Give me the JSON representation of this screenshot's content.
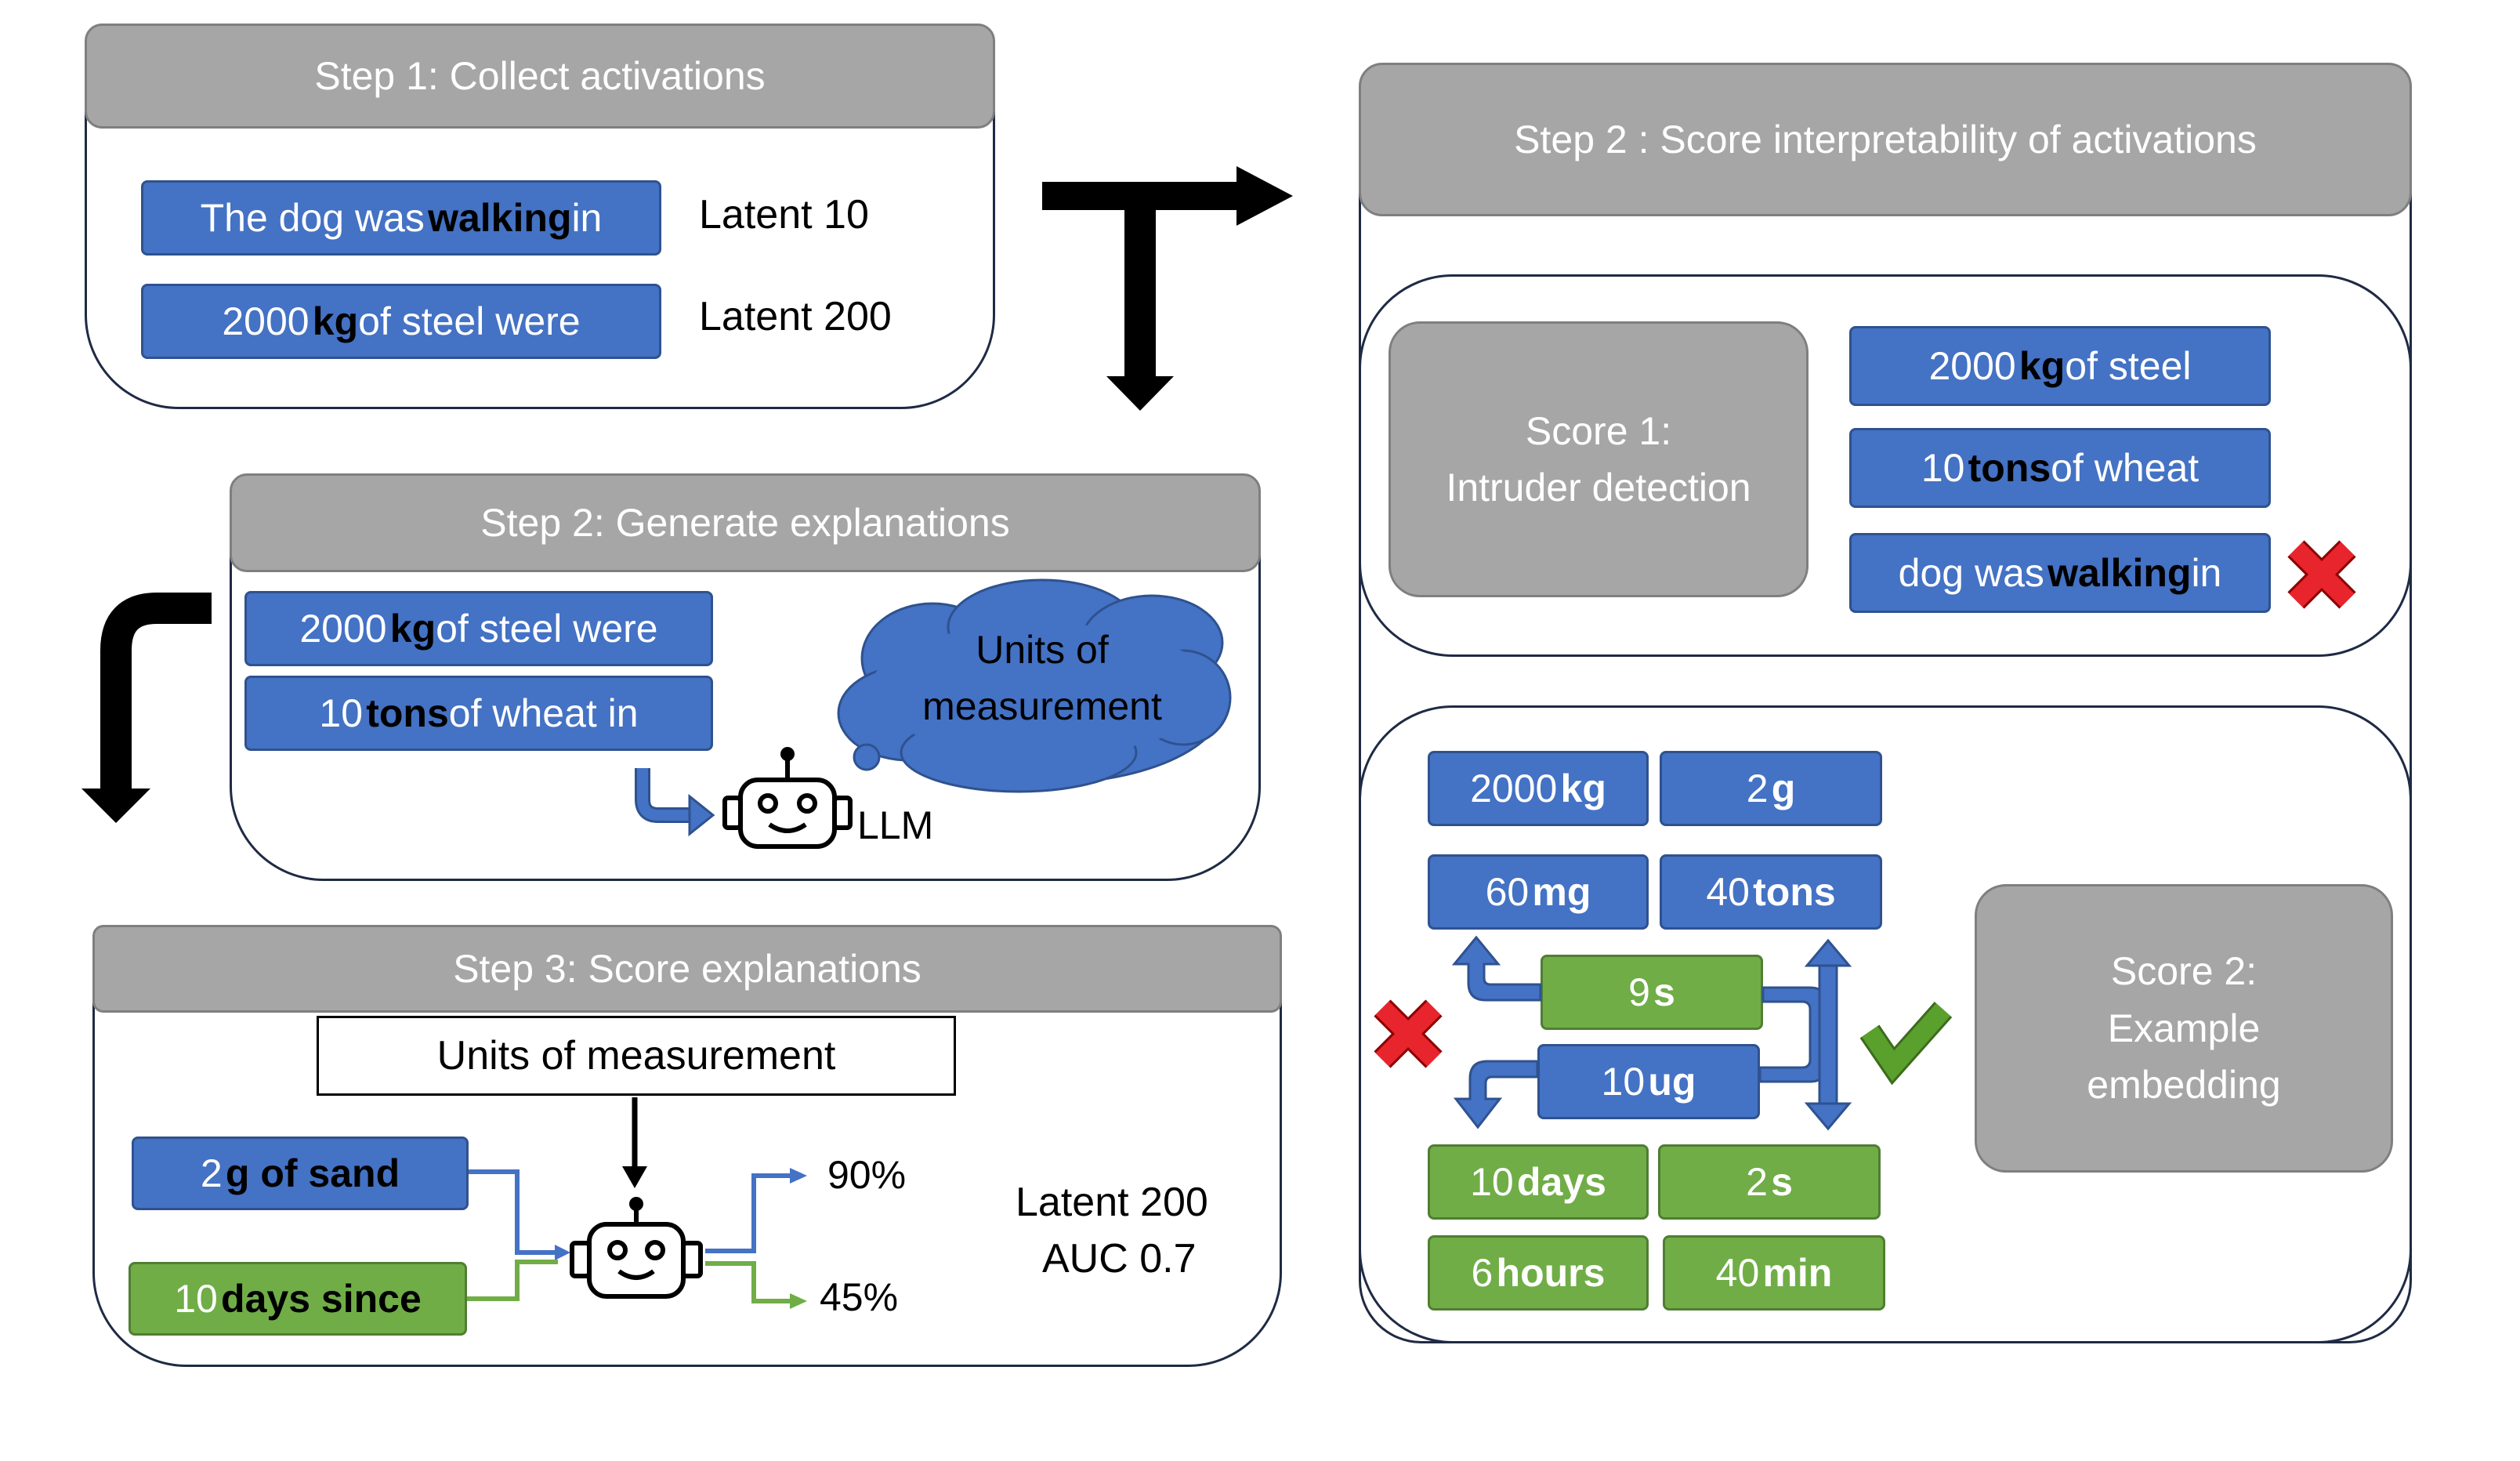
{
  "step1": {
    "title": "Step 1: Collect activations",
    "rows": [
      {
        "pre": "The dog was ",
        "bold": "walking",
        "post": " in",
        "latent": "Latent 10"
      },
      {
        "pre": "2000 ",
        "bold": "kg",
        "post": " of steel were",
        "latent": "Latent 200"
      }
    ]
  },
  "step2gen": {
    "title": "Step 2: Generate explanations",
    "chips": [
      {
        "pre": "2000 ",
        "bold": "kg",
        "post": " of steel were"
      },
      {
        "pre": "10 ",
        "bold": "tons",
        "post": " of wheat in"
      }
    ],
    "thought_line1": "Units of",
    "thought_line2": "measurement",
    "llm_label": "LLM"
  },
  "step3": {
    "title": "Step 3: Score explanations",
    "explanation": "Units of measurement",
    "chips": [
      {
        "pre": "2 ",
        "bold": "g of sand",
        "post": "",
        "color": "blue"
      },
      {
        "pre": "10 ",
        "bold": "days since",
        "post": "",
        "color": "green"
      }
    ],
    "pct_blue": "90%",
    "pct_green": "45%",
    "result_line1": "Latent 200",
    "result_line2": "AUC 0.7"
  },
  "step2score": {
    "title": "Step 2 : Score interpretability of activations",
    "score1_line1": "Score 1:",
    "score1_line2": "Intruder detection",
    "intruder_chips": [
      {
        "pre": "2000 ",
        "bold": "kg",
        "post": " of steel"
      },
      {
        "pre": "10 ",
        "bold": "tons",
        "post": " of wheat"
      },
      {
        "pre": "dog was ",
        "bold": "walking",
        "post": " in"
      }
    ],
    "embed_chips": [
      {
        "pre": "2000 ",
        "bold": "kg",
        "color": "blue"
      },
      {
        "pre": "2 ",
        "bold": "g",
        "color": "blue"
      },
      {
        "pre": "60 ",
        "bold": "mg",
        "color": "blue"
      },
      {
        "pre": "40 ",
        "bold": "tons",
        "color": "blue"
      },
      {
        "pre": "9 ",
        "bold": "s",
        "color": "green"
      },
      {
        "pre": "10 ",
        "bold": "ug",
        "color": "blue"
      },
      {
        "pre": "10 ",
        "bold": "days",
        "color": "green"
      },
      {
        "pre": "2 ",
        "bold": "s",
        "color": "green"
      },
      {
        "pre": "6 ",
        "bold": "hours",
        "color": "green"
      },
      {
        "pre": "40 ",
        "bold": "min",
        "color": "green"
      }
    ],
    "score2_line1": "Score 2:",
    "score2_line2": "Example",
    "score2_line3": "embedding"
  },
  "colors": {
    "blue": "#4472c4",
    "green": "#70ad47",
    "header_grey": "#a6a6a6",
    "cross_red": "#e8242c",
    "check_green": "#5aa02c"
  }
}
